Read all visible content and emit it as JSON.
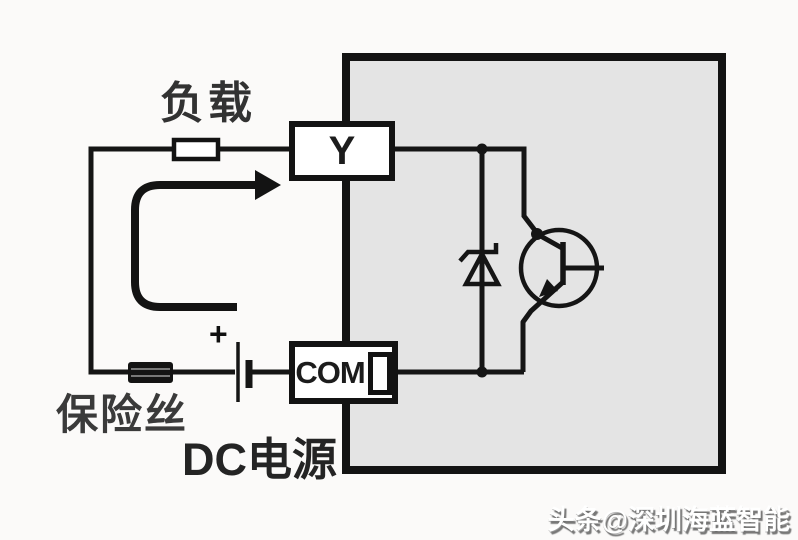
{
  "diagram": {
    "type": "plc-transistor-output-wiring-diagram",
    "labels": {
      "load": "负载",
      "fuse": "保险丝",
      "dc_power": "DC电源",
      "polarity_plus": "+",
      "terminal_output": "Y",
      "terminal_common": "COM"
    },
    "components": {
      "enclosure": "plc-output-module-box",
      "outside": [
        "load-resistor",
        "fuse",
        "dc-power-battery",
        "current-direction-arrow"
      ],
      "inside": [
        "zener-diode",
        "npn-transistor",
        "junction-dots"
      ]
    },
    "colors": {
      "wire": "#151515",
      "enclosure_fill": "#e4e4e4",
      "enclosure_border": "#131313",
      "terminal_fill": "#ffffff",
      "background": "#fbfaf9",
      "label_text": "#323232",
      "watermark_text": "#ffffff"
    }
  },
  "watermark": {
    "text": "头条@深圳海蓝智能"
  }
}
